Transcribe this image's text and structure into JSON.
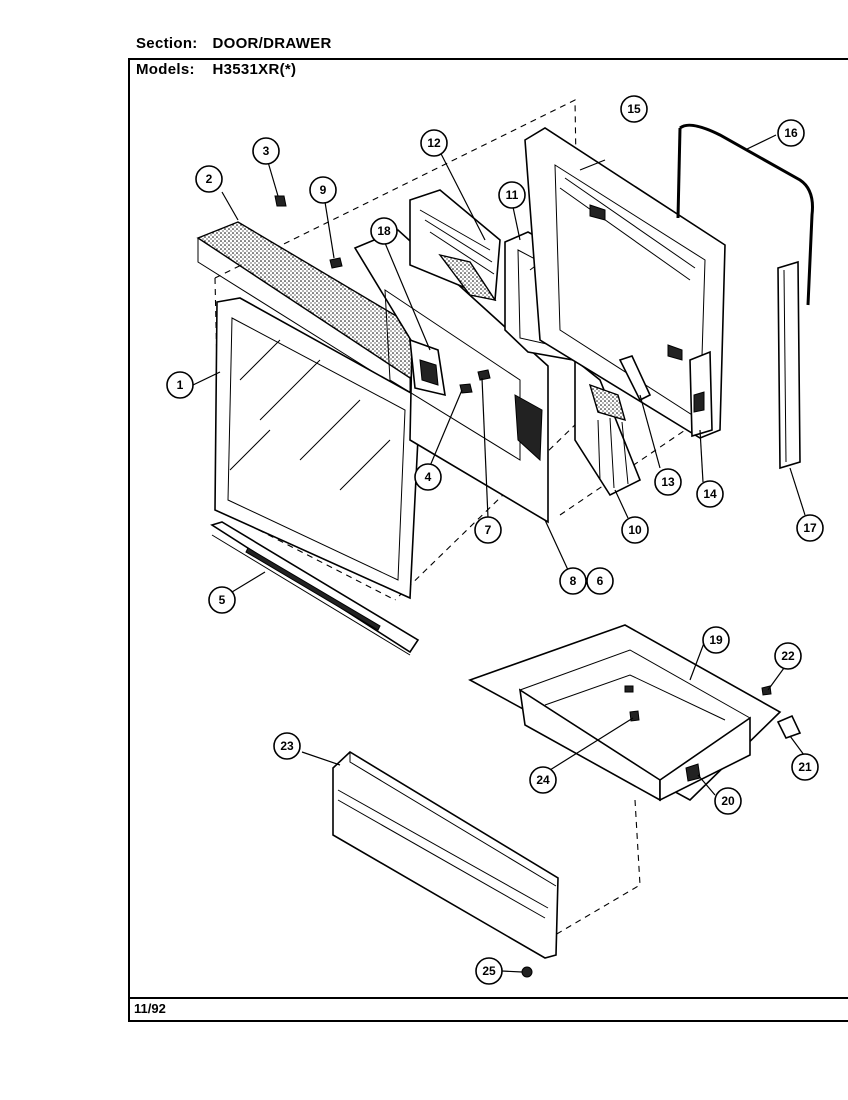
{
  "header": {
    "section_label": "Section:",
    "section_value": "DOOR/DRAWER",
    "models_label": "Models:",
    "models_value": "H3531XR(*)"
  },
  "footer": {
    "date": "11/92"
  },
  "callouts": [
    {
      "id": "1"
    },
    {
      "id": "2"
    },
    {
      "id": "3"
    },
    {
      "id": "4"
    },
    {
      "id": "5"
    },
    {
      "id": "6"
    },
    {
      "id": "7"
    },
    {
      "id": "8"
    },
    {
      "id": "9"
    },
    {
      "id": "10"
    },
    {
      "id": "11"
    },
    {
      "id": "12"
    },
    {
      "id": "13"
    },
    {
      "id": "14"
    },
    {
      "id": "15"
    },
    {
      "id": "16"
    },
    {
      "id": "17"
    },
    {
      "id": "18"
    },
    {
      "id": "19"
    },
    {
      "id": "20"
    },
    {
      "id": "21"
    },
    {
      "id": "22"
    },
    {
      "id": "23"
    },
    {
      "id": "24"
    },
    {
      "id": "25"
    }
  ]
}
